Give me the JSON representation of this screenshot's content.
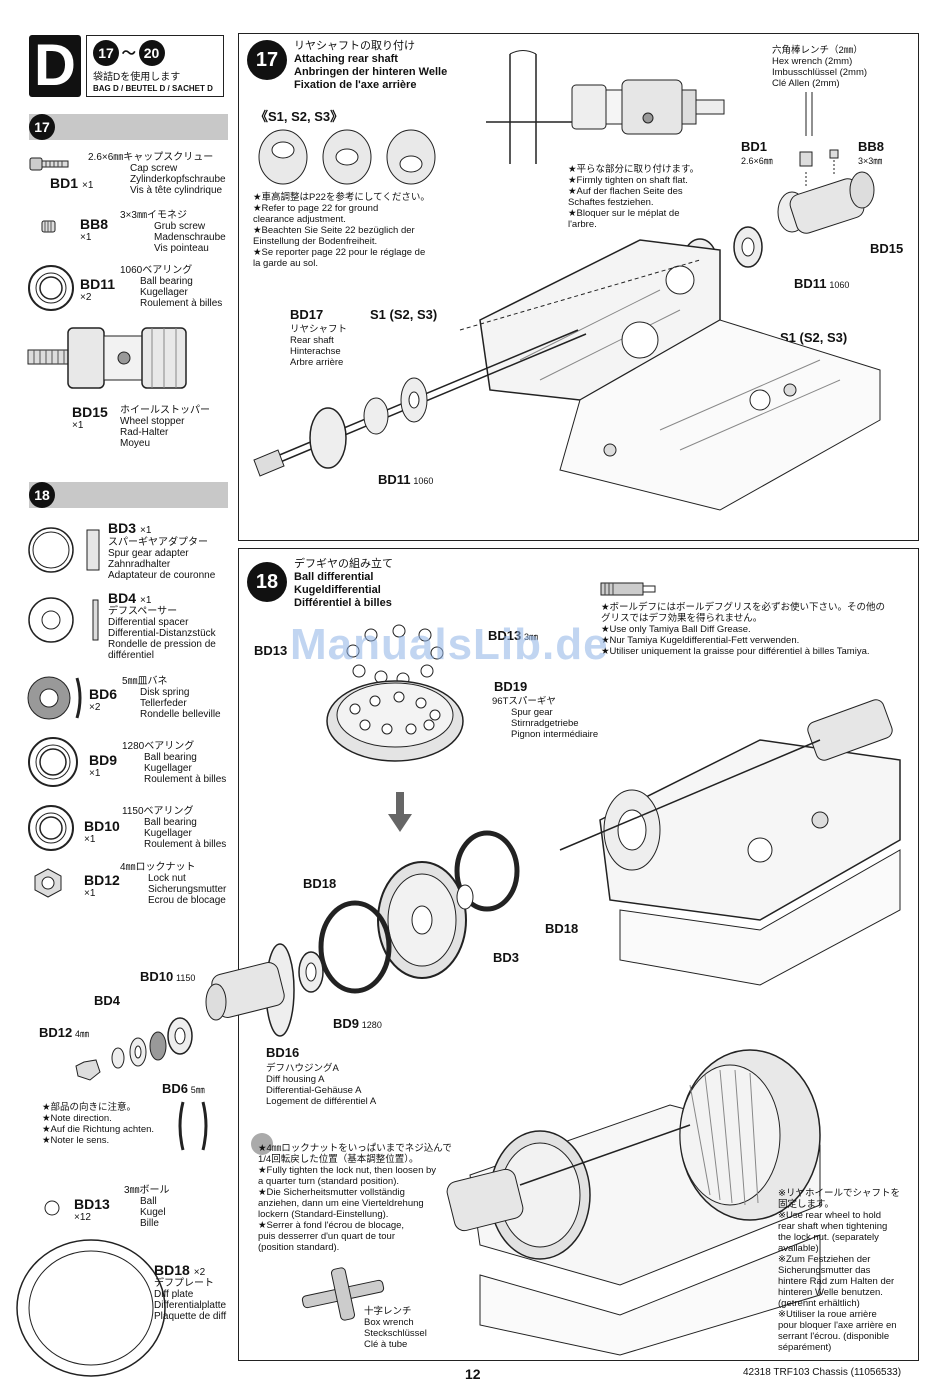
{
  "header": {
    "bag_letter": "D",
    "step_range_start": "17",
    "step_range_end": "20",
    "tilde": "～",
    "bag_jp": "袋詰Dを使用します",
    "bag_en": "BAG D / BEUTEL D / SACHET D"
  },
  "sidebar17": {
    "step": "17",
    "bd1": {
      "id": "BD1",
      "qty": "×1",
      "jp": "2.6×6㎜キャップスクリュー",
      "en": "Cap screw",
      "de": "Zylinderkopfschraube",
      "fr": "Vis à tête cylindrique"
    },
    "bb8": {
      "id": "BB8",
      "qty": "×1",
      "jp": "3×3㎜イモネジ",
      "en": "Grub screw",
      "de": "Madenschraube",
      "fr": "Vis pointeau"
    },
    "bd11": {
      "id": "BD11",
      "qty": "×2",
      "jp": "1060ベアリング",
      "en": "Ball bearing",
      "de": "Kugellager",
      "fr": "Roulement à billes"
    },
    "bd15": {
      "id": "BD15",
      "qty": "×1",
      "jp": "ホイールストッパー",
      "en": "Wheel stopper",
      "de": "Rad-Halter",
      "fr": "Moyeu"
    }
  },
  "sidebar18": {
    "step": "18",
    "bd3": {
      "id": "BD3",
      "qty": "×1",
      "jp": "スパーギヤアダプター",
      "en": "Spur gear adapter",
      "de": "Zahnradhalter",
      "fr": "Adaptateur de couronne"
    },
    "bd4": {
      "id": "BD4",
      "qty": "×1",
      "jp": "デフスペーサー",
      "en": "Differential spacer",
      "de": "Differential-Distanzstück",
      "fr1": "Rondelle de pression de",
      "fr2": "différentiel"
    },
    "bd6": {
      "id": "BD6",
      "qty": "×2",
      "jp": "5㎜皿バネ",
      "en": "Disk spring",
      "de": "Tellerfeder",
      "fr": "Rondelle belleville"
    },
    "bd9": {
      "id": "BD9",
      "qty": "×1",
      "jp": "1280ベアリング",
      "en": "Ball bearing",
      "de": "Kugellager",
      "fr": "Roulement à billes"
    },
    "bd10": {
      "id": "BD10",
      "qty": "×1",
      "jp": "1150ベアリング",
      "en": "Ball bearing",
      "de": "Kugellager",
      "fr": "Roulement à billes"
    },
    "bd12": {
      "id": "BD12",
      "qty": "×1",
      "jp": "4㎜ロックナット",
      "en": "Lock nut",
      "de": "Sicherungsmutter",
      "fr": "Ecrou de blocage"
    },
    "bd13": {
      "id": "BD13",
      "qty": "×12",
      "jp": "3㎜ボール",
      "en": "Ball",
      "de": "Kugel",
      "fr": "Bille"
    },
    "bd18": {
      "id": "BD18",
      "qty": "×2",
      "jp": "デフプレート",
      "en": "Diff plate",
      "de": "Differentialplatte",
      "fr": "Plaquette de diff"
    }
  },
  "panel17": {
    "step": "17",
    "jp": "リヤシャフトの取り付け",
    "en": "Attaching rear shaft",
    "de": "Anbringen der hinteren Welle",
    "fr": "Fixation de l'axe arrière",
    "s_options": "《S1, S2, S3》",
    "ref_jp": "★車高調整はP22を参考にしてください。",
    "ref_en1": "★Refer to page 22 for ground",
    "ref_en2": "clearance adjustment.",
    "ref_de1": "★Beachten Sie Seite 22 bezüglich der",
    "ref_de2": "Einstellung der Bodenfreiheit.",
    "ref_fr1": "★Se reporter page 22 pour le réglage de",
    "ref_fr2": "la garde au sol.",
    "flat_jp": "★平らな部分に取り付けます。",
    "flat_en": "★Firmly tighten on shaft flat.",
    "flat_de1": "★Auf der flachen Seite des",
    "flat_de2": "Schaftes festziehen.",
    "flat_fr1": "★Bloquer sur le méplat de",
    "flat_fr2": "l'arbre.",
    "hex_jp": "六角棒レンチ（2㎜）",
    "hex_en": "Hex wrench (2mm)",
    "hex_de": "Imbusschlüssel (2mm)",
    "hex_fr": "Clé Allen (2mm)",
    "bd1": "BD1",
    "bd1_size": "2.6×6㎜",
    "bb8": "BB8",
    "bb8_size": "3×3㎜",
    "bd15": "BD15",
    "bd11_right": "BD11",
    "bd11_right_size": "1060",
    "s1_right": "S1 (S2, S3)",
    "bd17": "BD17",
    "bd17_jp": "リヤシャフト",
    "bd17_en": "Rear shaft",
    "bd17_de": "Hinterachse",
    "bd17_fr": "Arbre arrière",
    "s1_left": "S1 (S2, S3)",
    "bd11_bottom": "BD11",
    "bd11_bottom_size": "1060"
  },
  "panel18": {
    "step": "18",
    "jp": "デフギヤの組み立て",
    "en": "Ball differential",
    "de": "Kugeldifferential",
    "fr": "Différentiel à billes",
    "grease_jp1": "★ボールデフにはボールデフグリスを必ずお使い下さい。その他の",
    "grease_jp2": "グリスではデフ効果を得られません。",
    "grease_en": "★Use only Tamiya Ball Diff Grease.",
    "grease_de": "★Nur Tamiya Kugeldifferential-Fett verwenden.",
    "grease_fr": "★Utiliser uniquement la graisse pour différentiel à billes Tamiya.",
    "bd13": "BD13",
    "bd13_size": "3㎜",
    "bd19": "BD19",
    "bd19_jp": "96Tスパーギヤ",
    "bd19_en": "Spur gear",
    "bd19_de": "Stirnradgetriebe",
    "bd19_fr": "Pignon intermédiaire",
    "bd18_left": "BD18",
    "bd18_right": "BD18",
    "bd3": "BD3",
    "bd10": "BD10",
    "bd10_size": "1150",
    "bd4": "BD4",
    "bd12": "BD12",
    "bd12_size": "4㎜",
    "bd9": "BD9",
    "bd9_size": "1280",
    "bd6": "BD6",
    "bd6_size": "5㎜",
    "bd16": "BD16",
    "bd16_jp": "デフハウジングA",
    "bd16_en": "Diff housing A",
    "bd16_de": "Differential-Gehäuse A",
    "bd16_fr": "Logement de différentiel A",
    "dir_jp": "★部品の向きに注意。",
    "dir_en": "★Note direction.",
    "dir_de": "★Auf die Richtung achten.",
    "dir_fr": "★Noter le sens.",
    "lock_jp1": "★4㎜ロックナットをいっぱいまでネジ込んで",
    "lock_jp2": "1/4回転戻した位置（基本調整位置）。",
    "lock_en1": "★Fully tighten the lock nut, then loosen by",
    "lock_en2": "a quarter turn (standard position).",
    "lock_de1": "★Die Sicherheitsmutter vollständig",
    "lock_de2": "anziehen, dann um eine Vierteldrehung",
    "lock_de3": "lockern (Standard-Einstellung).",
    "lock_fr1": "★Serrer à fond l'écrou de blocage,",
    "lock_fr2": "puis desserrer d'un quart de tour",
    "lock_fr3": "(position standard).",
    "cross_jp": "十字レンチ",
    "cross_en": "Box wrench",
    "cross_de": "Steckschlüssel",
    "cross_fr": "Clé à tube",
    "wheel_jp1": "※リヤホイールでシャフトを",
    "wheel_jp2": "固定します。",
    "wheel_en1": "※Use rear wheel to hold",
    "wheel_en2": "rear shaft when tightening",
    "wheel_en3": "the lock nut. (separately",
    "wheel_en4": "available)",
    "wheel_de1": "※Zum Festziehen der",
    "wheel_de2": "Sicherungsmutter das",
    "wheel_de3": "hintere Rad zum Halten der",
    "wheel_de4": "hinteren Welle benutzen.",
    "wheel_de5": "(getrennt erhältlich)",
    "wheel_fr1": "※Utiliser la roue arrière",
    "wheel_fr2": "pour bloquer l'axe arrière en",
    "wheel_fr3": "serrant l'écrou. (disponible",
    "wheel_fr4": "séparément)"
  },
  "footer": {
    "page": "12",
    "code": "42318 TRF103 Chassis (11056533)"
  },
  "watermark": "ManualsLib.de"
}
